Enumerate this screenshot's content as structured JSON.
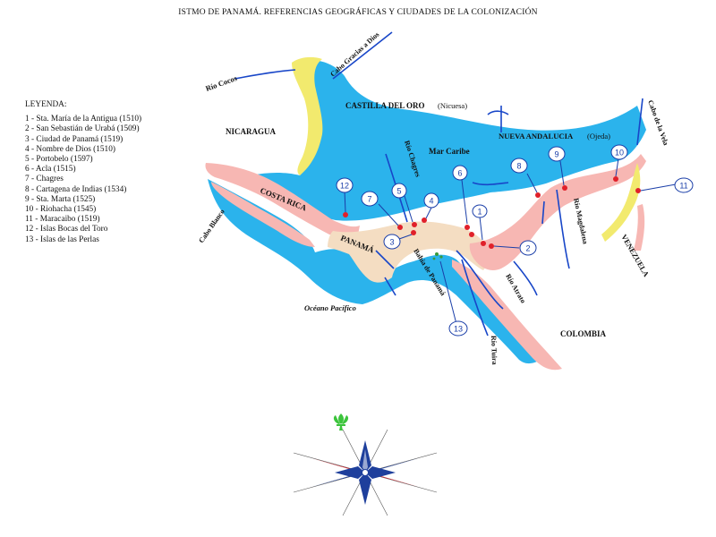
{
  "title": "ISTMO DE PANAMÁ. REFERENCIAS GEOGRÁFICAS Y CIUDADES DE LA COLONIZACIÓN",
  "legend": {
    "heading": "LEYENDA:",
    "items": [
      "1 - Sta. María de la Antigua (1510)",
      "2 - San Sebastián de Urabá (1509)",
      "3 - Ciudad de Panamá (1519)",
      "4 - Nombre de Dios (1510)",
      "5 - Portobelo (1597)",
      "6 - Acla (1515)",
      "7 - Chagres",
      "8 - Cartagena de Indias (1534)",
      "9 - Sta. Marta (1525)",
      "10 - Riohacha (1545)",
      "11 - Maracaibo (1519)",
      "12 - Islas Bocas del Toro",
      "13 - Islas de las Perlas"
    ]
  },
  "labels": {
    "castilla": "CASTILLA DEL ORO",
    "nicuesa": "(Nicuesa)",
    "nueva_andalucia": "NUEVA ANDALUCIA",
    "ojeda": "(Ojeda)",
    "nicaragua": "NICARAGUA",
    "costa_rica": "COSTA RICA",
    "panama": "PANAMÁ",
    "colombia": "COLOMBIA",
    "venezuela": "VENEZUELA",
    "mar_caribe": "Mar Caribe",
    "oceano": "Océano Pacífico",
    "rio_cocos": "Río Cocos",
    "cabo_gracias": "Cabo Gracias a Dios",
    "cabo_blanco": "Cabo Blanco",
    "rio_chagres": "Río Chagres",
    "bahia": "Bahía de Panamá",
    "rio_tuira": "Río Tuira",
    "rio_atrato": "Río Atrato",
    "rio_magdalena": "Río Magdalena",
    "cabo_vela": "Cabo de la Vela"
  },
  "markers": [
    "1",
    "2",
    "3",
    "4",
    "5",
    "6",
    "7",
    "8",
    "9",
    "10",
    "11",
    "12",
    "13"
  ],
  "colors": {
    "sea": "#2bb3ec",
    "panama": "#f4ddc2",
    "coast": "#f7b7b3",
    "yellow": "#f2ea6e",
    "city": "#e0202a",
    "river": "#1846c8",
    "marker": "#1a3ea8",
    "compass_blue": "#1e3f9c",
    "compass_red": "#d0202a",
    "fleur": "#3cc43c"
  }
}
